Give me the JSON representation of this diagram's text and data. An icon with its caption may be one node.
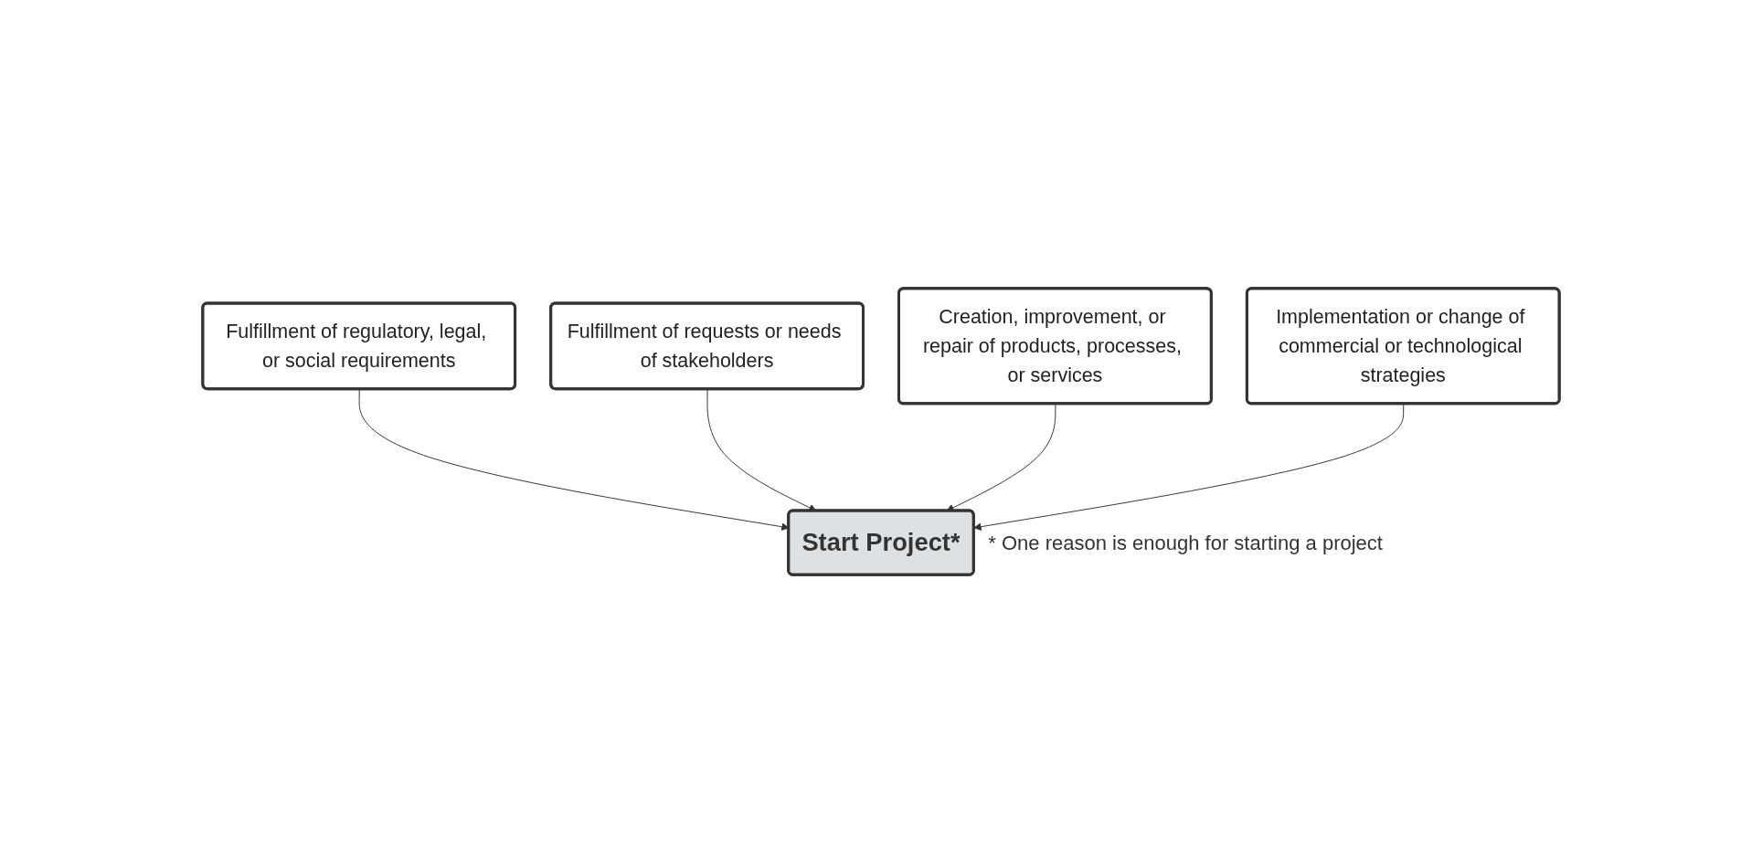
{
  "diagram": {
    "nodes": [
      {
        "text": [
          "Fulfillment of regulatory, legal, or social requirements"
        ]
      },
      {
        "text": [
          "Fulfillment of requests or needs of stakeholders"
        ]
      },
      {
        "text": [
          "Creation, improvement, or repair of products, processes, or services"
        ]
      },
      {
        "text": [
          "Implementation or change of commercial or technological strategies"
        ]
      },
      {
        "text": [
          "Start Project*"
        ],
        "beside": [
          "* One reason is enough for starting a project"
        ]
      }
    ],
    "edges": [
      {
        "from": 0,
        "to": 4,
        "arrow": "to"
      },
      {
        "from": 1,
        "to": 4,
        "arrow": "to"
      },
      {
        "from": 2,
        "to": 4,
        "arrow": "to"
      },
      {
        "from": 3,
        "to": 4,
        "arrow": "to"
      }
    ]
  }
}
